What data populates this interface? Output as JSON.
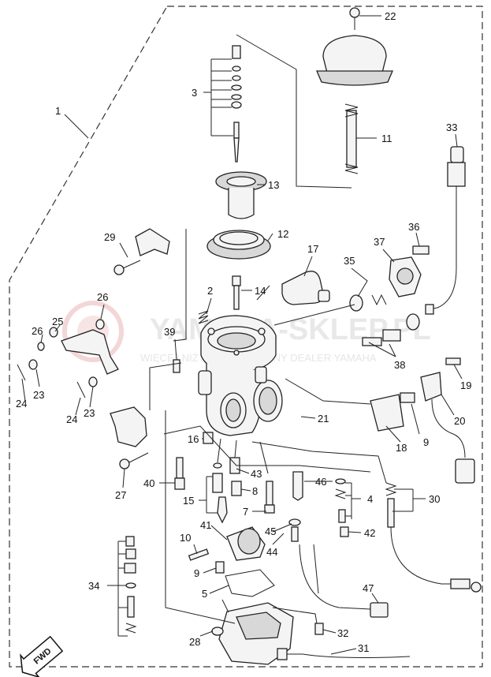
{
  "watermark": {
    "brand": "YAMAHA-SKLEP.PL",
    "tagline": "WIĘCEJ NIŻ AUTORYZOWANY DEALER YAMAHA"
  },
  "direction_marker": {
    "label": "FWD"
  },
  "callouts": [
    {
      "id": "c1",
      "text": "1"
    },
    {
      "id": "c2",
      "text": "2"
    },
    {
      "id": "c3",
      "text": "3"
    },
    {
      "id": "c4",
      "text": "4"
    },
    {
      "id": "c5",
      "text": "5"
    },
    {
      "id": "c7",
      "text": "7"
    },
    {
      "id": "c8",
      "text": "8"
    },
    {
      "id": "c9a",
      "text": "9"
    },
    {
      "id": "c9b",
      "text": "9"
    },
    {
      "id": "c10",
      "text": "10"
    },
    {
      "id": "c11",
      "text": "11"
    },
    {
      "id": "c12",
      "text": "12"
    },
    {
      "id": "c13",
      "text": "13"
    },
    {
      "id": "c14",
      "text": "14"
    },
    {
      "id": "c15",
      "text": "15"
    },
    {
      "id": "c16",
      "text": "16"
    },
    {
      "id": "c17",
      "text": "17"
    },
    {
      "id": "c18",
      "text": "18"
    },
    {
      "id": "c19",
      "text": "19"
    },
    {
      "id": "c20",
      "text": "20"
    },
    {
      "id": "c21",
      "text": "21"
    },
    {
      "id": "c22",
      "text": "22"
    },
    {
      "id": "c23a",
      "text": "23"
    },
    {
      "id": "c23b",
      "text": "23"
    },
    {
      "id": "c24a",
      "text": "24"
    },
    {
      "id": "c24b",
      "text": "24"
    },
    {
      "id": "c25",
      "text": "25"
    },
    {
      "id": "c26a",
      "text": "26"
    },
    {
      "id": "c26b",
      "text": "26"
    },
    {
      "id": "c27",
      "text": "27"
    },
    {
      "id": "c28",
      "text": "28"
    },
    {
      "id": "c29",
      "text": "29"
    },
    {
      "id": "c30",
      "text": "30"
    },
    {
      "id": "c31",
      "text": "31"
    },
    {
      "id": "c32",
      "text": "32"
    },
    {
      "id": "c33",
      "text": "33"
    },
    {
      "id": "c34",
      "text": "34"
    },
    {
      "id": "c35",
      "text": "35"
    },
    {
      "id": "c36",
      "text": "36"
    },
    {
      "id": "c37",
      "text": "37"
    },
    {
      "id": "c38",
      "text": "38"
    },
    {
      "id": "c39",
      "text": "39"
    },
    {
      "id": "c40",
      "text": "40"
    },
    {
      "id": "c41",
      "text": "41"
    },
    {
      "id": "c42",
      "text": "42"
    },
    {
      "id": "c43",
      "text": "43"
    },
    {
      "id": "c44",
      "text": "44"
    },
    {
      "id": "c45",
      "text": "45"
    },
    {
      "id": "c46",
      "text": "46"
    },
    {
      "id": "c47",
      "text": "47"
    }
  ]
}
